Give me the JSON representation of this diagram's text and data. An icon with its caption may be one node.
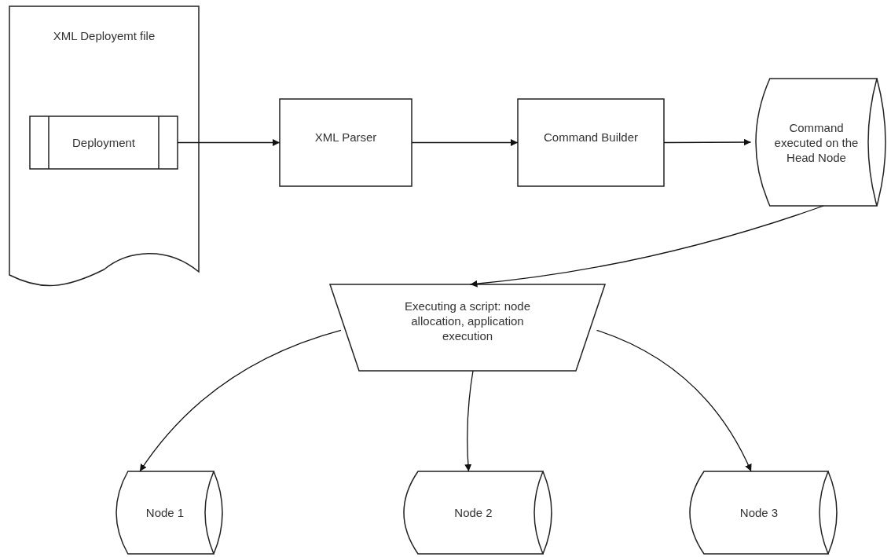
{
  "diagram": {
    "nodes": [
      {
        "text": [
          "XML Deployemt file"
        ]
      },
      {
        "text": [
          "Deployment"
        ],
        "in": 0
      },
      {
        "text": [
          "XML Parser"
        ]
      },
      {
        "text": [
          "Command Builder"
        ]
      },
      {
        "text": [
          "Command executed on the Head Node"
        ]
      },
      {
        "text": [
          "Executing a script: node allocation, application execution"
        ]
      },
      {
        "text": [
          "Node 1"
        ]
      },
      {
        "text": [
          "Node 2"
        ]
      },
      {
        "text": [
          "Node 3"
        ]
      }
    ],
    "edges": [
      {
        "from": 1,
        "to": 2,
        "arrow": "to"
      },
      {
        "from": 2,
        "to": 3,
        "arrow": "to"
      },
      {
        "from": 3,
        "to": 4,
        "arrow": "to"
      },
      {
        "from": 4,
        "to": 5,
        "arrow": "to"
      },
      {
        "from": 5,
        "to": 6,
        "arrow": "to"
      },
      {
        "from": 5,
        "to": 7,
        "arrow": "to"
      },
      {
        "from": 5,
        "to": 8,
        "arrow": "to"
      }
    ]
  }
}
